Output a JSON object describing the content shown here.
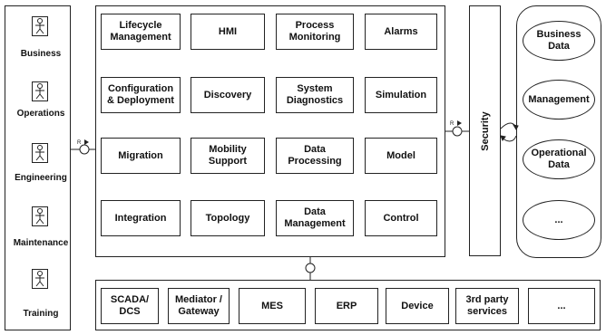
{
  "actors": [
    {
      "label": "Business"
    },
    {
      "label": "Operations"
    },
    {
      "label": "Engineering"
    },
    {
      "label": "Maintenance"
    },
    {
      "label": "Training"
    }
  ],
  "interface_marker": "R",
  "modules": [
    [
      "Lifecycle\nManagement",
      "HMI",
      "Process\nMonitoring",
      "Alarms"
    ],
    [
      "Configuration\n& Deployment",
      "Discovery",
      "System\nDiagnostics",
      "Simulation"
    ],
    [
      "Migration",
      "Mobility\nSupport",
      "Data\nProcessing",
      "Model"
    ],
    [
      "Integration",
      "Topology",
      "Data\nManagement",
      "Control"
    ]
  ],
  "security_label": "Security",
  "data_stores": [
    "Business\nData",
    "Management",
    "Operational\nData",
    "..."
  ],
  "external_systems": [
    "SCADA/\nDCS",
    "Mediator /\nGateway",
    "MES",
    "ERP",
    "Device",
    "3rd party\nservices",
    "..."
  ]
}
